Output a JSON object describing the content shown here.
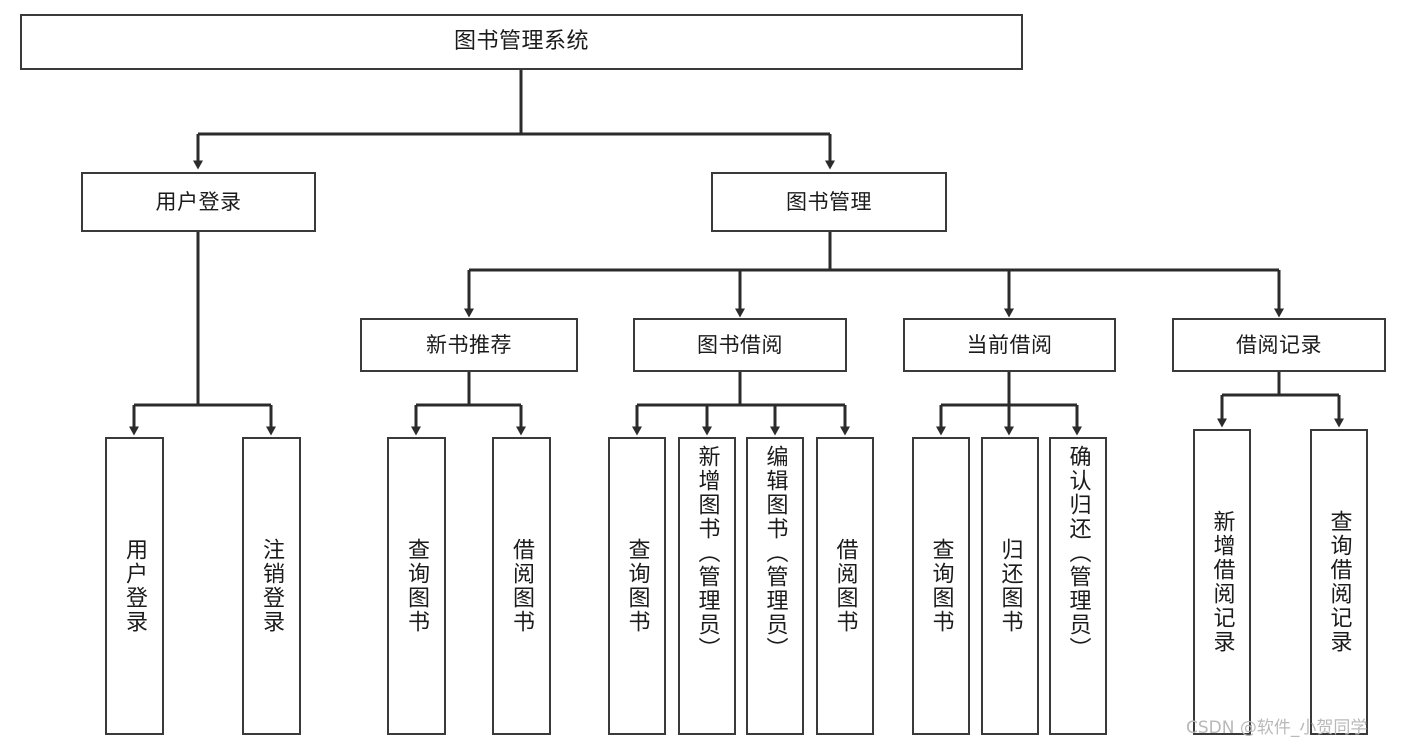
{
  "diagram": {
    "type": "tree-hierarchy",
    "title": "图书管理系统",
    "orientation": "top-down",
    "colors": {
      "box_border": "#3a3a3a",
      "box_fill": "#ffffff",
      "connector": "#2b2b2b",
      "text": "#1b1b1b",
      "watermark": "#b9b9b9",
      "background": "#ffffff"
    }
  },
  "root": {
    "label": "图书管理系统"
  },
  "level2": [
    {
      "id": "user-login",
      "label": "用户登录"
    },
    {
      "id": "book-management",
      "label": "图书管理"
    }
  ],
  "level3": [
    {
      "id": "new-book-recommend",
      "label": "新书推荐"
    },
    {
      "id": "book-borrow",
      "label": "图书借阅"
    },
    {
      "id": "current-borrow",
      "label": "当前借阅"
    },
    {
      "id": "borrow-record",
      "label": "借阅记录"
    }
  ],
  "leaves": {
    "user_login": [
      {
        "id": "leaf-user-login",
        "label": "用户登录"
      },
      {
        "id": "leaf-logout-login",
        "label": "注销登录"
      }
    ],
    "new_book_recommend": [
      {
        "id": "leaf-query-book-1",
        "label": "查询图书"
      },
      {
        "id": "leaf-borrow-book-1",
        "label": "借阅图书"
      }
    ],
    "book_borrow": [
      {
        "id": "leaf-query-book-2",
        "label": "查询图书"
      },
      {
        "id": "leaf-add-book",
        "label": "新增图书（管理员）"
      },
      {
        "id": "leaf-edit-book",
        "label": "编辑图书（管理员）"
      },
      {
        "id": "leaf-borrow-book-2",
        "label": "借阅图书"
      }
    ],
    "current_borrow": [
      {
        "id": "leaf-query-book-3",
        "label": "查询图书"
      },
      {
        "id": "leaf-return-book",
        "label": "归还图书"
      },
      {
        "id": "leaf-confirm-return",
        "label": "确认归还（管理员）"
      }
    ],
    "borrow_record": [
      {
        "id": "leaf-add-record",
        "label": "新增借阅记录"
      },
      {
        "id": "leaf-query-record",
        "label": "查询借阅记录"
      }
    ]
  },
  "watermark": {
    "text": "CSDN @软件_小贺同学"
  }
}
